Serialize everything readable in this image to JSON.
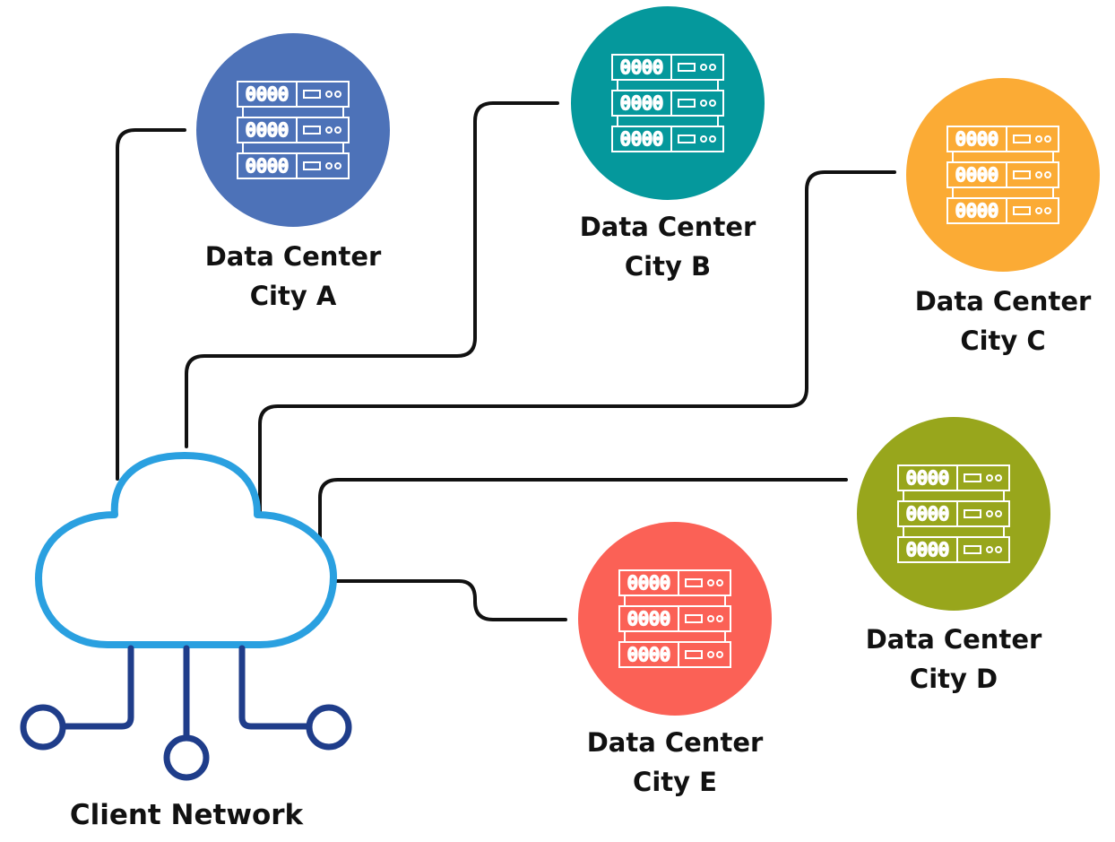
{
  "diagram": {
    "client": {
      "label": "Client Network",
      "cloud_color": "#2aa0e0",
      "node_color": "#1f3d8a"
    },
    "connector_color": "#111111",
    "server_glyph": "0000",
    "data_centers": [
      {
        "id": "a",
        "line1": "Data Center",
        "line2": "City A",
        "color": "#4d72b8"
      },
      {
        "id": "b",
        "line1": "Data Center",
        "line2": "City B",
        "color": "#05989c"
      },
      {
        "id": "c",
        "line1": "Data Center",
        "line2": "City C",
        "color": "#fbab35"
      },
      {
        "id": "d",
        "line1": "Data Center",
        "line2": "City D",
        "color": "#98a61c"
      },
      {
        "id": "e",
        "line1": "Data Center",
        "line2": "City E",
        "color": "#fb6156"
      }
    ]
  }
}
